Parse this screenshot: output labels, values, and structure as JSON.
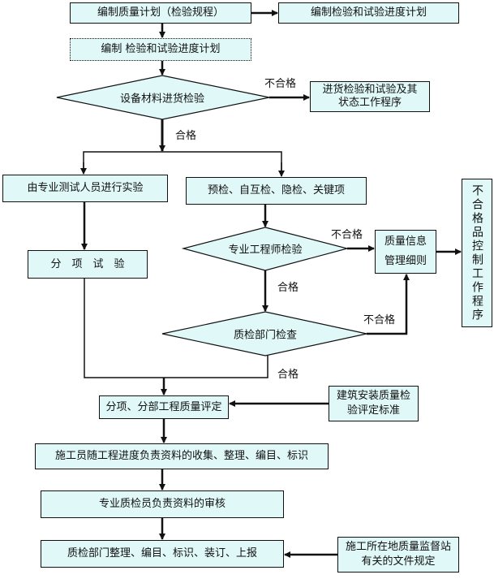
{
  "nodes": {
    "plan": "编制质量计划（检验规程）",
    "plan_side": "编制检验和试验进度计划",
    "schedule": "编制 检验和试验进度计划",
    "incoming_inspection": "设备材料进货检验",
    "incoming_fail_proc": "进货检验和试验及其\n状态工作程序",
    "specialist_test": "由专业测试人员进行实验",
    "pre_inspection": "预检、自互检、隐检、关键项",
    "item_test": "分　项　试　验",
    "engineer_check": "专业工程师检验",
    "quality_info": "质量信息\n管理细则",
    "nonconforming_proc": "不合格品控制工作程序",
    "qc_dept_check": "质检部门检查",
    "evaluation": "分项、分部工程质量评定",
    "standard": "建筑安装质量检\n验评定标准",
    "collect_docs": "施工员随工程进度负责资料的收集、整理、编目、标识",
    "review_docs": "专业质检员负责资料的审核",
    "archive_docs": "质检部门整理、编目、标识、装订、上报",
    "local_rules": "施工所在地质量监督站\n有关的文件规定"
  },
  "edge_labels": {
    "fail": "不合格",
    "pass": "合格"
  },
  "colors": {
    "fill": "#e0f8f8",
    "stroke": "#111111"
  }
}
